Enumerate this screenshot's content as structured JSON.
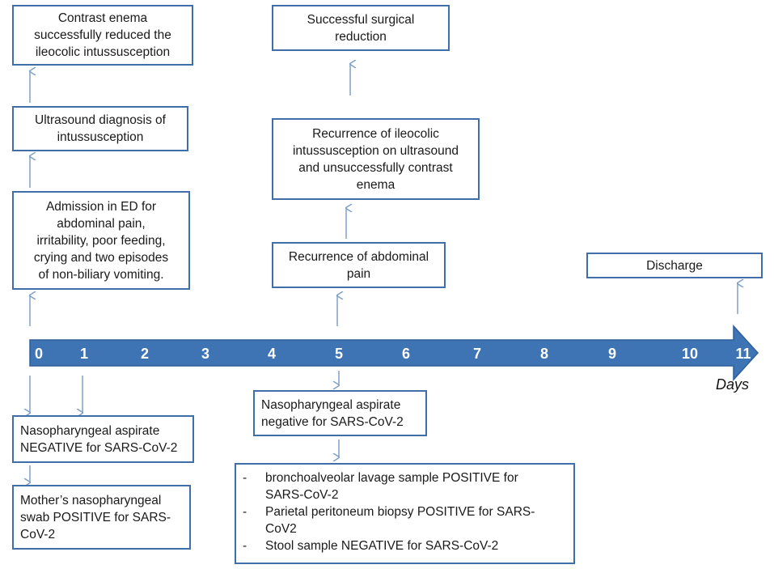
{
  "colors": {
    "box_border": "#3f6ea8",
    "timeline_fill": "#3e74b4",
    "arrow": "#7fa0c6",
    "tick_text": "#ffffff"
  },
  "timeline": {
    "ticks": [
      "0",
      "1",
      "2",
      "3",
      "4",
      "5",
      "6",
      "7",
      "8",
      "9",
      "10",
      "11"
    ],
    "unit_label": "Days"
  },
  "boxes": {
    "contrast_enema": "Contrast enema\nsuccessfully reduced the\nileocolic intussusception",
    "ultrasound_diagnosis": "Ultrasound diagnosis of\nintussusception",
    "admission": "Admission in ED for\nabdominal pain,\nirritability, poor feeding,\ncrying and two episodes\nof non-biliary vomiting.",
    "surgical_reduction": "Successful surgical\nreduction",
    "recurrence_intussusception": "Recurrence of ileocolic\nintussusception on ultrasound\nand unsuccessfully contrast\nenema",
    "recurrence_pain": "Recurrence of abdominal\npain",
    "discharge": "Discharge",
    "np_aspirate_negative_day0": "Nasopharyngeal aspirate\nNEGATIVE for SARS-CoV-2",
    "mother_swab": "Mother’s nasopharyngeal\nswab  POSITIVE for SARS-\nCoV-2",
    "np_aspirate_negative_day5": "Nasopharyngeal aspirate\nnegative for SARS-CoV-2",
    "results_list": [
      {
        "dash": "-",
        "text": "bronchoalveolar lavage  sample POSITIVE  for\nSARS-CoV-2"
      },
      {
        "dash": "-",
        "text": "Parietal peritoneum biopsy POSITIVE for SARS-\nCoV2"
      },
      {
        "dash": "-",
        "text": "Stool sample NEGATIVE for SARS-CoV-2"
      }
    ]
  }
}
